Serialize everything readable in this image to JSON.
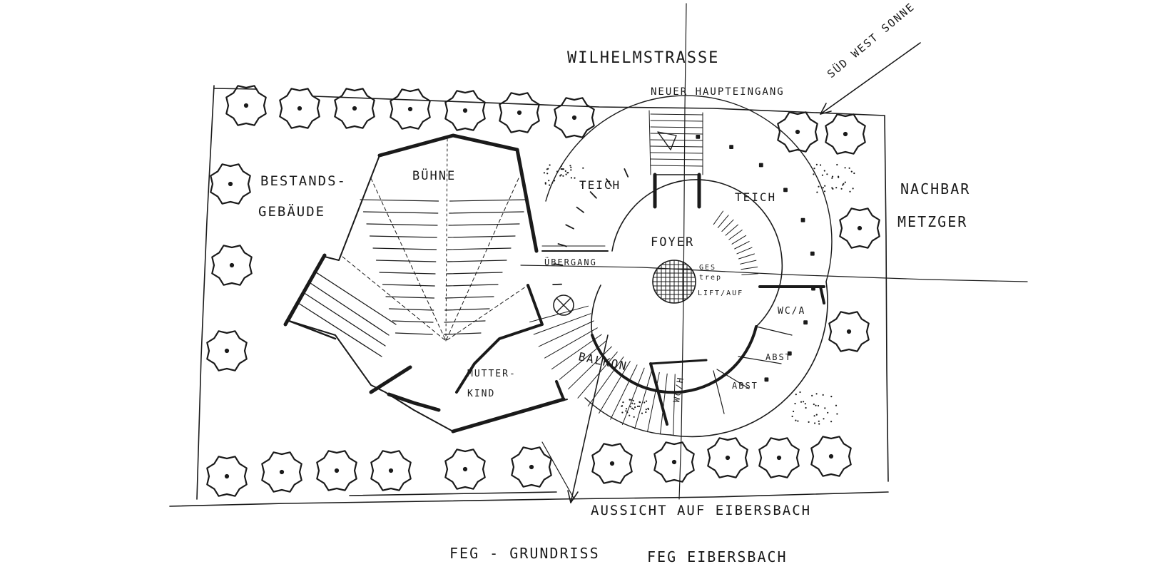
{
  "labels": {
    "street": "WILHELMSTRASSE",
    "main_entrance": "NEUER HAUPTEINGANG",
    "sun": "SÜD WEST SONNE",
    "neighbor_line1": "NACHBAR",
    "neighbor_line2": "METZGER",
    "existing_line1": "BESTANDS-",
    "existing_line2": "GEBÄUDE",
    "stage": "BÜHNE",
    "pond_left": "TEICH",
    "pond_right": "TEICH",
    "foyer": "FOYER",
    "gallery": "ÜBERGANG",
    "stairs_line1": "GES",
    "stairs_line2": "trep",
    "lift": "LIFT/AUF",
    "balcony": "BALKON",
    "mother_child_line1": "MUTTER-",
    "mother_child_line2": "KIND",
    "wc_upper": "WC/A",
    "abst1": "ABST",
    "abst2": "ABST",
    "wc_lower": "WC/H",
    "view": "AUSSICHT AUF EIBERSBACH",
    "caption_left": "FEG - GRUNDRISS",
    "caption_right": "FEG EIBERSBACH"
  },
  "colors": {
    "ink": "#1a1a1a",
    "paper": "#ffffff"
  }
}
